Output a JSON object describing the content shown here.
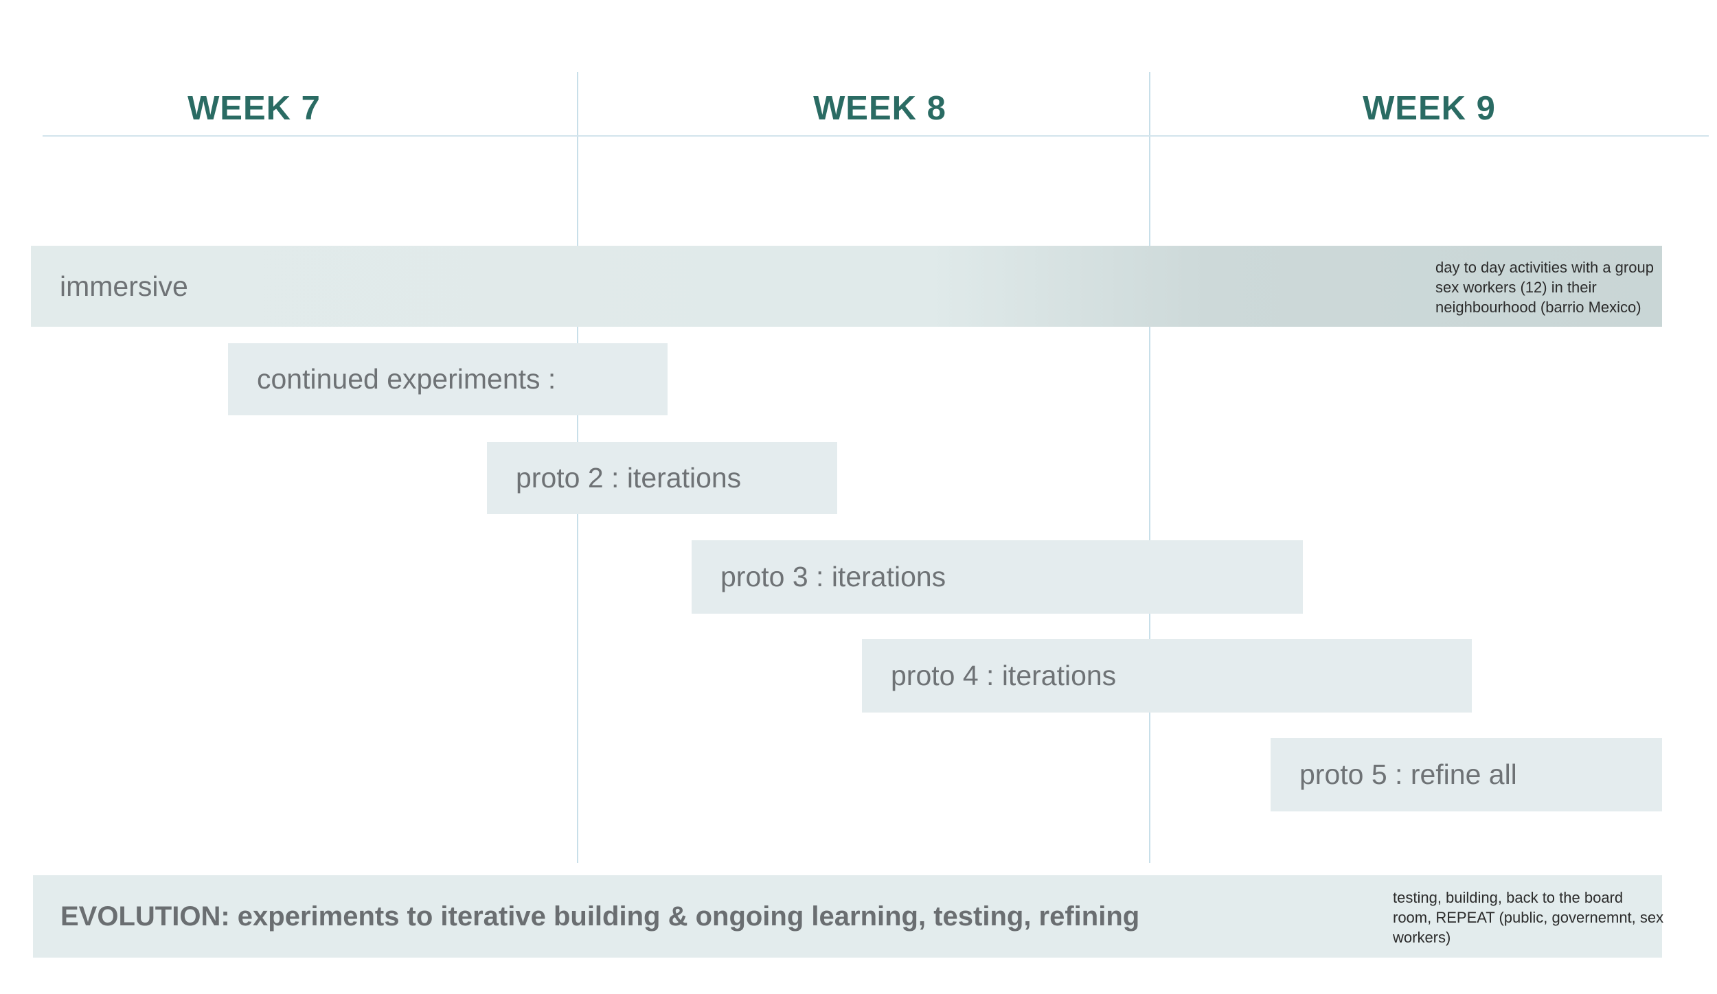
{
  "chart_data": {
    "type": "bar",
    "title": "",
    "subtitle": "",
    "xlabel": "",
    "ylabel": "",
    "orientation": "horizontal-gantt",
    "grid": true,
    "legend_position": "none",
    "categories": [
      "WEEK 7",
      "WEEK 8",
      "WEEK 9"
    ],
    "axis_range_weeks": [
      7,
      9
    ],
    "tasks": [
      {
        "name": "immersive",
        "start_week": 7.0,
        "end_week": 9.9,
        "note": "day to day activities with a group sex workers (12) in their neighbourhood (barrio Mexico)"
      },
      {
        "name": "continued experiments :",
        "start_week": 7.35,
        "end_week": 8.16,
        "note": ""
      },
      {
        "name": "proto 2 : iterations",
        "start_week": 7.73,
        "end_week": 8.46,
        "note": ""
      },
      {
        "name": "proto 3 : iterations",
        "start_week": 8.21,
        "end_week": 9.2,
        "note": ""
      },
      {
        "name": "proto 4 : iterations",
        "start_week": 8.46,
        "end_week": 9.5,
        "note": ""
      },
      {
        "name": "proto 5 : refine all",
        "start_week": 9.21,
        "end_week": 9.9,
        "note": ""
      },
      {
        "name": "EVOLUTION: experiments to iterative building & ongoing learning, testing, refining",
        "start_week": 7.0,
        "end_week": 9.9,
        "note": "testing, building, back to the board room, REPEAT (public, governemnt, sex workers)"
      }
    ]
  },
  "colors": {
    "header_teal": "#2a6b63",
    "grid_line": "#c8dfe9",
    "bar_fill": "#e4ecee",
    "bar_fill_dark": "#c9d6d6",
    "bar_text": "#6e7275",
    "annotation_text": "#2b2b2b",
    "background": "#ffffff"
  },
  "header": {
    "weeks": [
      {
        "label": "WEEK 7"
      },
      {
        "label": "WEEK 8"
      },
      {
        "label": "WEEK 9"
      }
    ]
  },
  "timeline": {
    "rows": [
      {
        "label": "immersive",
        "annotation": "day to day activities with a group\nsex workers (12) in their\nneighbourhood (barrio Mexico)"
      },
      {
        "label": "continued experiments :",
        "annotation": ""
      },
      {
        "label": "proto 2 : iterations",
        "annotation": ""
      },
      {
        "label": "proto 3 : iterations",
        "annotation": ""
      },
      {
        "label": "proto 4 : iterations",
        "annotation": ""
      },
      {
        "label": "proto 5 : refine all",
        "annotation": ""
      },
      {
        "label": "EVOLUTION: experiments to iterative building & ongoing learning, testing, refining",
        "annotation": "testing, building, back to the board\nroom, REPEAT (public, governemnt, sex\nworkers)"
      }
    ]
  }
}
